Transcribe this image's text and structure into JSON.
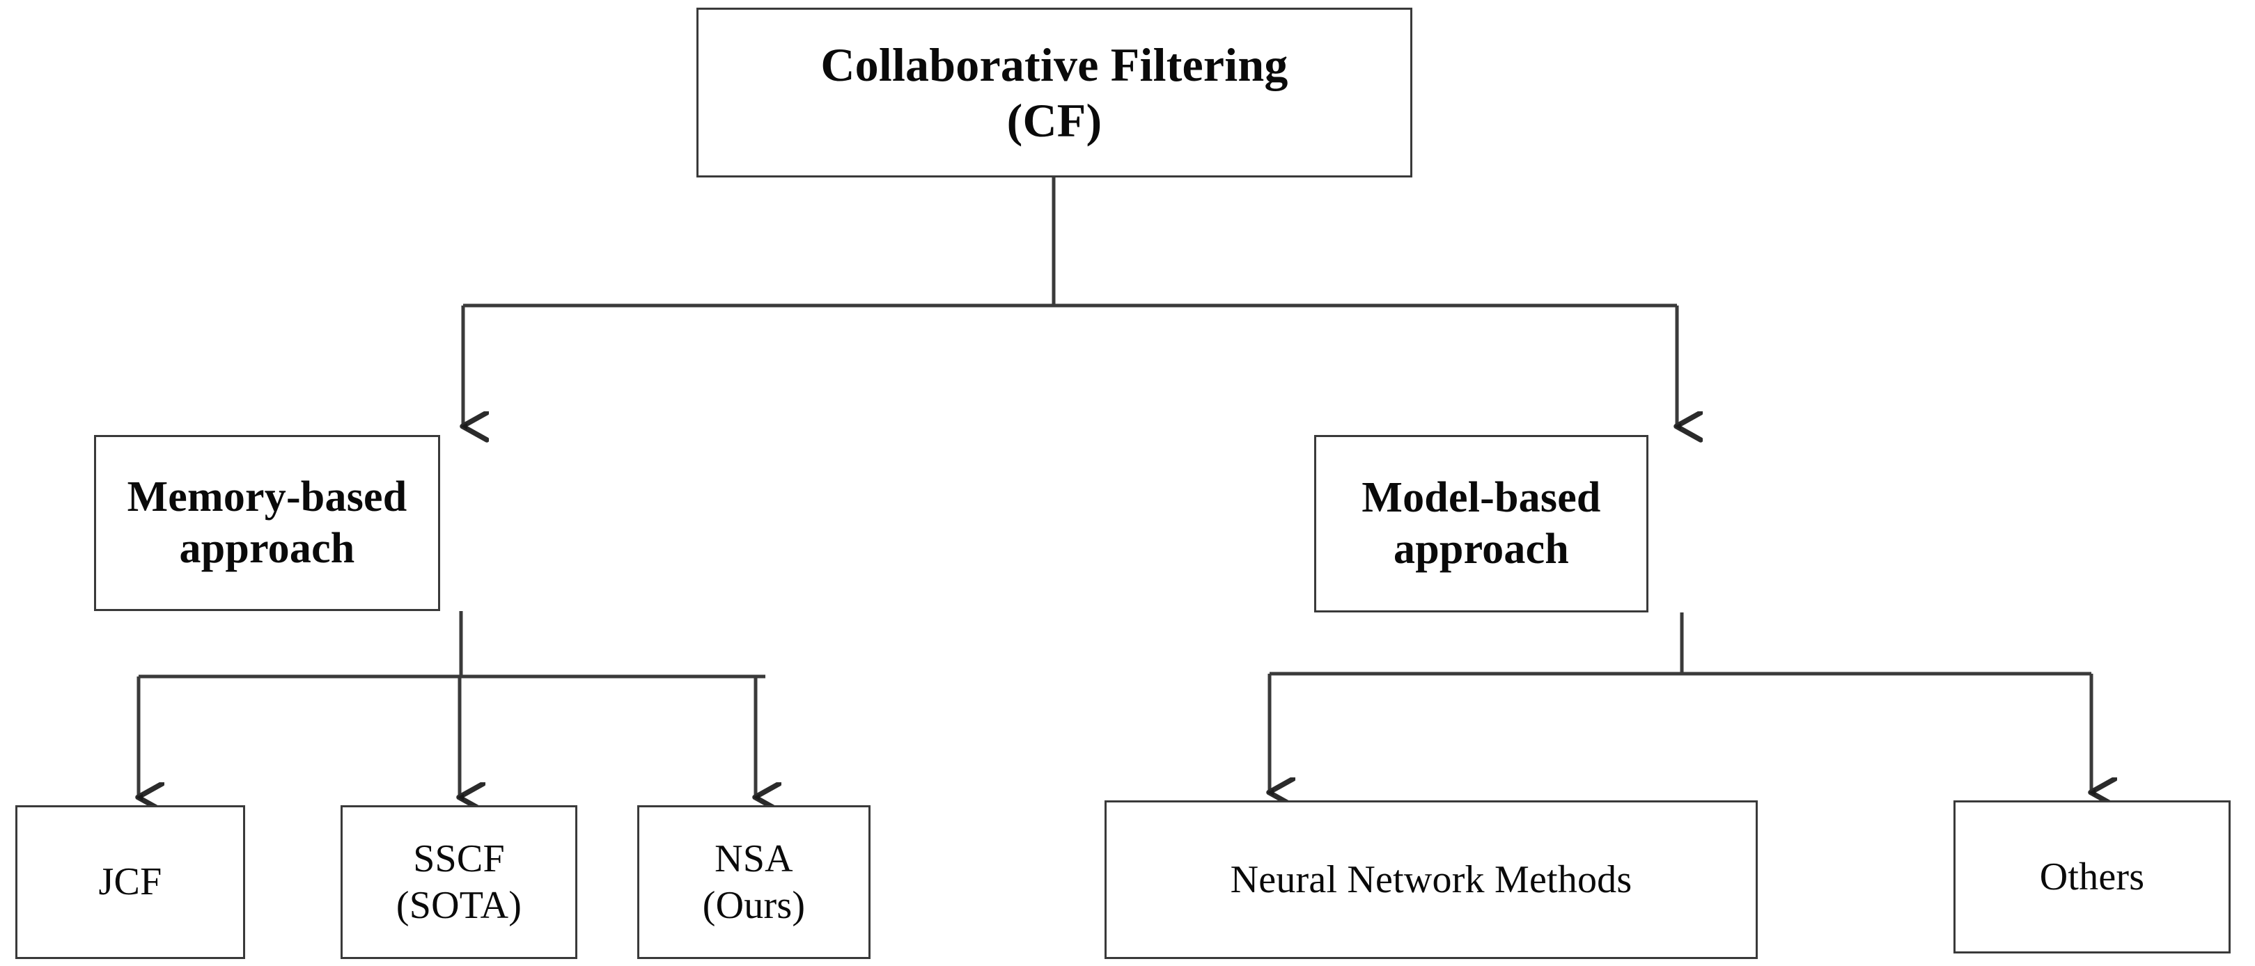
{
  "diagram": {
    "type": "tree-taxonomy",
    "orientation": "top-down",
    "background_color": "#ffffff",
    "line_color": "#3a3a3a",
    "text_color": "#0a0a0a"
  },
  "nodes": {
    "root": {
      "label": "Collaborative Filtering\n(CF)",
      "line1": "Collaborative Filtering",
      "line2": "(CF)",
      "level": 0,
      "bold": true
    },
    "memory_based": {
      "label": "Memory-based approach",
      "level": 1,
      "bold": true
    },
    "model_based": {
      "label": "Model-based approach",
      "level": 1,
      "bold": true
    },
    "jcf": {
      "label": "JCF",
      "level": 2,
      "bold": false
    },
    "sscf": {
      "label": "SSCF\n(SOTA)",
      "line1": "SSCF",
      "line2": "(SOTA)",
      "level": 2,
      "bold": false
    },
    "nsa": {
      "label": "NSA\n(Ours)",
      "line1": "NSA",
      "line2": "(Ours)",
      "level": 2,
      "bold": false
    },
    "neural_network_methods": {
      "label": "Neural Network Methods",
      "level": 2,
      "bold": false
    },
    "others": {
      "label": "Others",
      "level": 2,
      "bold": false
    }
  },
  "edges": [
    {
      "from": "root",
      "to": "memory_based",
      "arrow": true
    },
    {
      "from": "root",
      "to": "model_based",
      "arrow": true
    },
    {
      "from": "memory_based",
      "to": "jcf",
      "arrow": true
    },
    {
      "from": "memory_based",
      "to": "sscf",
      "arrow": true
    },
    {
      "from": "memory_based",
      "to": "nsa",
      "arrow": true
    },
    {
      "from": "model_based",
      "to": "neural_network_methods",
      "arrow": true
    },
    {
      "from": "model_based",
      "to": "others",
      "arrow": true
    }
  ]
}
